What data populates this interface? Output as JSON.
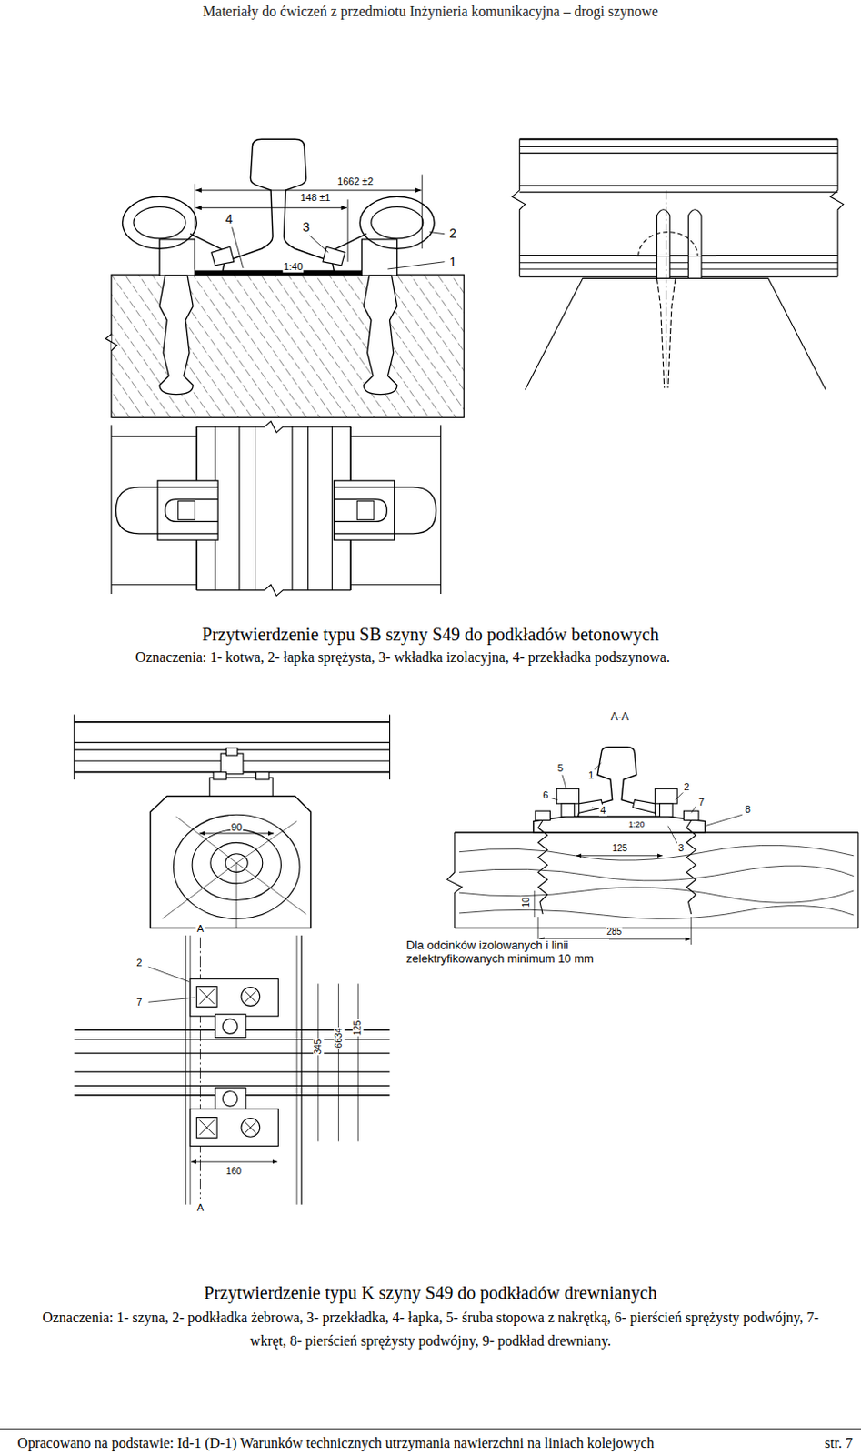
{
  "diagram": {
    "title": "Materiały do ćwiczeń z przedmiotu Inżynieria komunikacyjna – drogi szynowe",
    "labels": [
      "1662 ±2",
      "148 ±1",
      "4",
      "3",
      "2",
      "1",
      "1:40",
      "Przytwierdzenie typu SB szyny S49 do podkładów betonowych",
      "Oznaczenia: 1- kotwa, 2- łapka sprężysta, 3- wkładka izolacyjna, 4- przekładka podszynowa.",
      "90",
      "A-A",
      "5",
      "1",
      "6",
      "4",
      "2",
      "7",
      "8",
      "1:20",
      "125",
      "3",
      "285",
      "10",
      "Dla odcinków izolowanych i linii zelektryfikowanych minimum 10 mm",
      "A",
      "2",
      "7",
      "345",
      "6634",
      "125",
      "160",
      "A",
      "Przytwierdzenie typu K szyny S49 do podkładów drewnianych",
      "Oznaczenia: 1- szyna, 2- podkładka żebrowa, 3- przekładka, 4- łapka, 5- śruba stopowa z nakrętką, 6- pierścień sprężysty podwójny, 7- wkręt, 8- pierścień sprężysty podwójny, 9- podkład drewniany.",
      "Opracowano na podstawie: Id-1 (D-1) Warunków technicznych utrzymania nawierzchni na liniach kolejowych",
      "str. 7"
    ]
  }
}
